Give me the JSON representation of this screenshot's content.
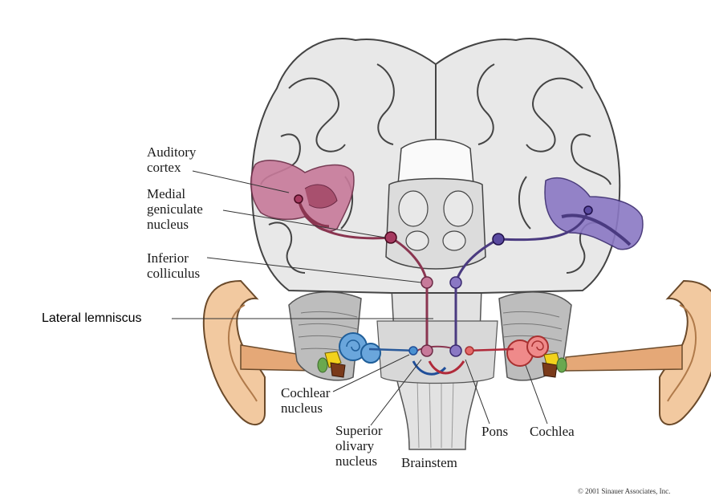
{
  "labels": {
    "auditory_cortex": "Auditory\ncortex",
    "medial_geniculate": "Medial\ngeniculate\nnucleus",
    "inferior_colliculus": "Inferior\ncolliculus",
    "lateral_lemniscus": "Lateral lemniscus",
    "cochlear_nucleus": "Cochlear\nnucleus",
    "superior_olivary": "Superior\nolivary\nnucleus",
    "brainstem": "Brainstem",
    "pons": "Pons",
    "cochlea": "Cochlea"
  },
  "copyright": "© 2001 Sinauer Associates, Inc.",
  "colors": {
    "left_pathway": "#8a3550",
    "right_pathway": "#4a3a80",
    "left_cortex_fill": "#c77a9a",
    "right_cortex_fill": "#8a78c4",
    "brain_fill": "#e8e8e8",
    "ear_fill": "#f2c9a0",
    "cochlea_left": "#4a90d0",
    "cochlea_right": "#e56a6a"
  }
}
